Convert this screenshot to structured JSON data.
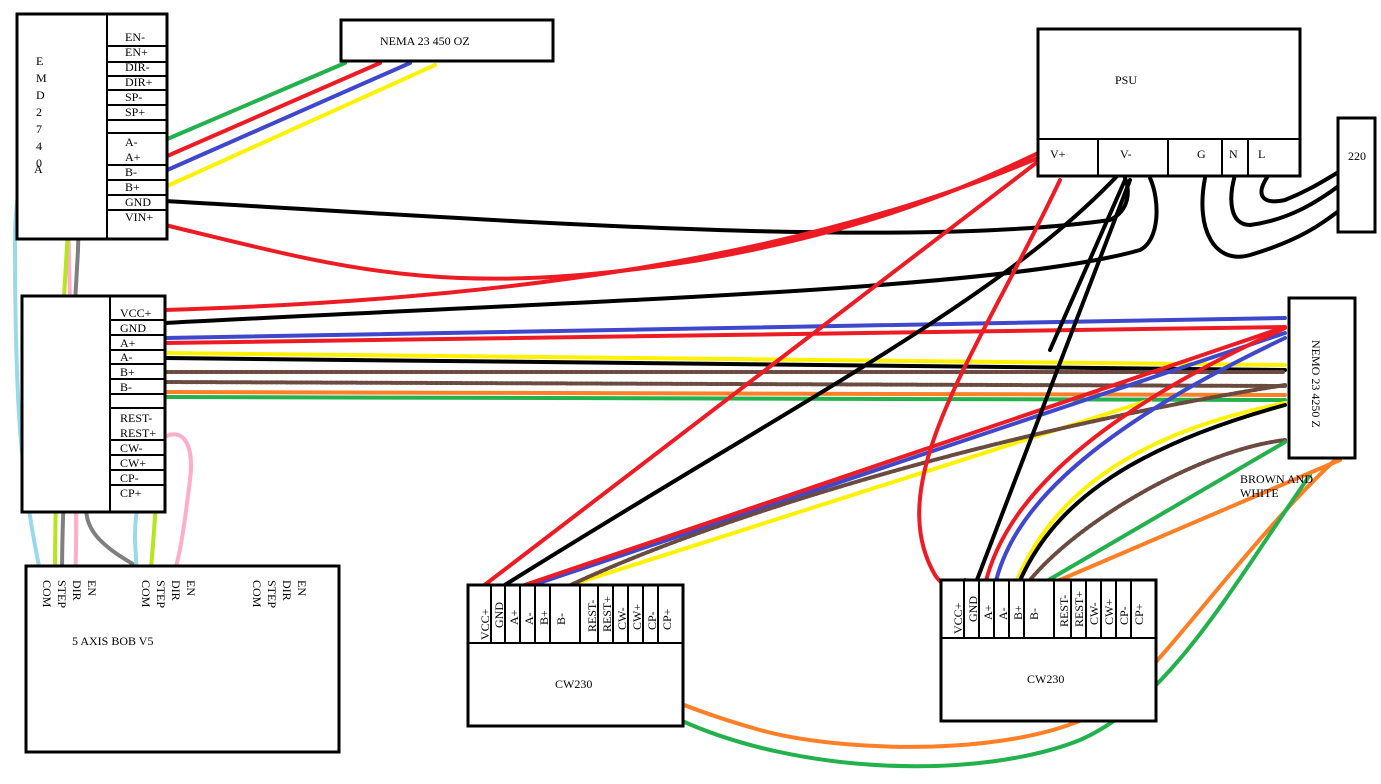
{
  "diagram": {
    "driver_top": {
      "vertical_label": [
        "E",
        "M",
        "D",
        "2",
        "7",
        "4",
        "0",
        "A"
      ],
      "pins": [
        "EN-",
        "EN+",
        "DIR-",
        "DIR+",
        "SP-",
        "SP+",
        "A-",
        "A+",
        "B-",
        "B+",
        "GND",
        "VIN+"
      ]
    },
    "driver_mid": {
      "pins_power_motor": [
        "VCC+",
        "GND",
        "A+",
        "A-",
        "B+",
        "B-"
      ],
      "pins_signal": [
        "REST-",
        "REST+",
        "CW-",
        "CW+",
        "CP-",
        "CP+"
      ]
    },
    "motor_top": {
      "label": "NEMA 23 450 OZ"
    },
    "psu": {
      "label": "PSU",
      "terminals": [
        "V+",
        "V-",
        "G",
        "N",
        "L"
      ]
    },
    "mains": {
      "label": "220"
    },
    "motor_z": {
      "label": "NEMO 23 4250  Z"
    },
    "note": {
      "line1": "BROWN AND",
      "line2": "WHITE"
    },
    "bob": {
      "label": "5 AXIS BOB V5",
      "pin_groups": [
        [
          "COM",
          "STEP",
          "DIR",
          "EN"
        ],
        [
          "COM",
          "STEP",
          "DIR",
          "EN"
        ],
        [
          "COM",
          "STEP",
          "DIR",
          "EN"
        ]
      ]
    },
    "cw230_left": {
      "label": "CW230",
      "pins": [
        "VCC+",
        "GND",
        "A+",
        "A-",
        "B+",
        "B-",
        "REST-",
        "REST+",
        "CW-",
        "CW+",
        "CP-",
        "CP+"
      ]
    },
    "cw230_right": {
      "label": "CW230",
      "pins": [
        "VCC+",
        "GND",
        "A+",
        "A-",
        "B+",
        "B-",
        "REST-",
        "REST+",
        "CW-",
        "CW+",
        "CP-",
        "CP+"
      ]
    },
    "wire_colors": {
      "red": "#ed1c24",
      "black": "#000000",
      "blue": "#3f48cc",
      "yellow": "#fff200",
      "green": "#22b14c",
      "orange": "#ff7f27",
      "pink": "#ffaec9",
      "lime": "#b5e61d",
      "grey": "#7f7f7f",
      "lightblue": "#99d9ea",
      "brown": "#6b4a40"
    }
  }
}
